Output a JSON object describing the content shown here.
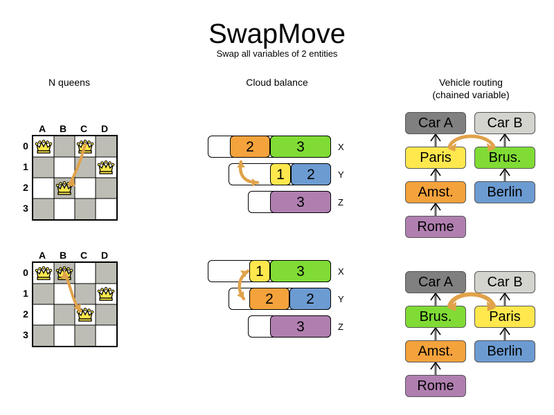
{
  "header": {
    "title": "SwapMove",
    "subtitle": "Swap all variables of 2 entities"
  },
  "sections": {
    "nqueens": {
      "title": "N queens"
    },
    "cloud": {
      "title": "Cloud balance"
    },
    "vrp": {
      "title_line1": "Vehicle routing",
      "title_line2": "(chained variable)"
    }
  },
  "colors": {
    "orange": "#f4a23c",
    "green": "#80dc35",
    "yellow": "#ffe84d",
    "blue": "#6c9bd2",
    "purple": "#b07fb0",
    "dark_gray": "#808080",
    "light_gray": "#d4d4cf",
    "board_dark": "#bdbdb5",
    "board_light": "#ffffff",
    "arrow": "#e0a24a",
    "queen": "#ffe84d"
  },
  "nqueens": {
    "column_labels": [
      "A",
      "B",
      "C",
      "D"
    ],
    "row_labels": [
      "0",
      "1",
      "2",
      "3"
    ],
    "before": {
      "queens": [
        {
          "col": 0,
          "row": 0,
          "label": "A0"
        },
        {
          "col": 2,
          "row": 0,
          "label": "C0"
        },
        {
          "col": 3,
          "row": 1,
          "label": "D1"
        },
        {
          "col": 1,
          "row": 2,
          "label": "B2"
        }
      ],
      "move_arrow": {
        "from": "C0",
        "to": "B2",
        "double_headed": false
      }
    },
    "after": {
      "queens": [
        {
          "col": 0,
          "row": 0,
          "label": "A0"
        },
        {
          "col": 1,
          "row": 0,
          "label": "B0"
        },
        {
          "col": 3,
          "row": 1,
          "label": "D1"
        },
        {
          "col": 2,
          "row": 2,
          "label": "C2"
        }
      ],
      "move_arrow": {
        "from": "B0",
        "to": "C2",
        "double_headed": true
      }
    }
  },
  "cloud_balance": {
    "row_labels": [
      "X",
      "Y",
      "Z"
    ],
    "before": {
      "rows": [
        {
          "label": "X",
          "segments": [
            {
              "value": "2",
              "color": "#f4a23c",
              "name": "process-2"
            },
            {
              "value": "3",
              "color": "#80dc35",
              "name": "process-3"
            }
          ]
        },
        {
          "label": "Y",
          "segments": [
            {
              "value": "1",
              "color": "#ffe84d",
              "name": "process-1"
            },
            {
              "value": "2",
              "color": "#6c9bd2",
              "name": "process-2b"
            }
          ]
        },
        {
          "label": "Z",
          "segments": [
            {
              "value": "3",
              "color": "#b07fb0",
              "name": "process-3b"
            }
          ]
        }
      ],
      "move_arrow": {
        "from": "Y",
        "to": "X",
        "double_headed": false
      }
    },
    "after": {
      "rows": [
        {
          "label": "X",
          "segments": [
            {
              "value": "1",
              "color": "#ffe84d",
              "name": "process-1"
            },
            {
              "value": "3",
              "color": "#80dc35",
              "name": "process-3"
            }
          ]
        },
        {
          "label": "Y",
          "segments": [
            {
              "value": "2",
              "color": "#f4a23c",
              "name": "process-2"
            },
            {
              "value": "2",
              "color": "#6c9bd2",
              "name": "process-2b"
            }
          ]
        },
        {
          "label": "Z",
          "segments": [
            {
              "value": "3",
              "color": "#b07fb0",
              "name": "process-3b"
            }
          ]
        }
      ],
      "move_arrow": {
        "from": "X",
        "to": "Y",
        "double_headed": true
      }
    }
  },
  "vehicle_routing": {
    "before": {
      "vehicles": [
        {
          "name": "Car A",
          "color": "#808080",
          "chain": [
            {
              "name": "Rome",
              "color": "#b07fb0"
            },
            {
              "name": "Amst.",
              "color": "#f4a23c"
            },
            {
              "name": "Paris",
              "color": "#ffe84d"
            }
          ]
        },
        {
          "name": "Car B",
          "color": "#d4d4cf",
          "chain": [
            {
              "name": "Berlin",
              "color": "#6c9bd2"
            },
            {
              "name": "Brus.",
              "color": "#80dc35"
            }
          ]
        }
      ],
      "move_arrow": {
        "from": "Paris",
        "to": "Brus.",
        "double_headed": true
      }
    },
    "after": {
      "vehicles": [
        {
          "name": "Car A",
          "color": "#808080",
          "chain": [
            {
              "name": "Rome",
              "color": "#b07fb0"
            },
            {
              "name": "Amst.",
              "color": "#f4a23c"
            },
            {
              "name": "Brus.",
              "color": "#80dc35"
            }
          ]
        },
        {
          "name": "Car B",
          "color": "#d4d4cf",
          "chain": [
            {
              "name": "Berlin",
              "color": "#6c9bd2"
            },
            {
              "name": "Paris",
              "color": "#ffe84d"
            }
          ]
        }
      ],
      "move_arrow": {
        "from": "Brus.",
        "to": "Paris",
        "double_headed": true
      }
    }
  }
}
